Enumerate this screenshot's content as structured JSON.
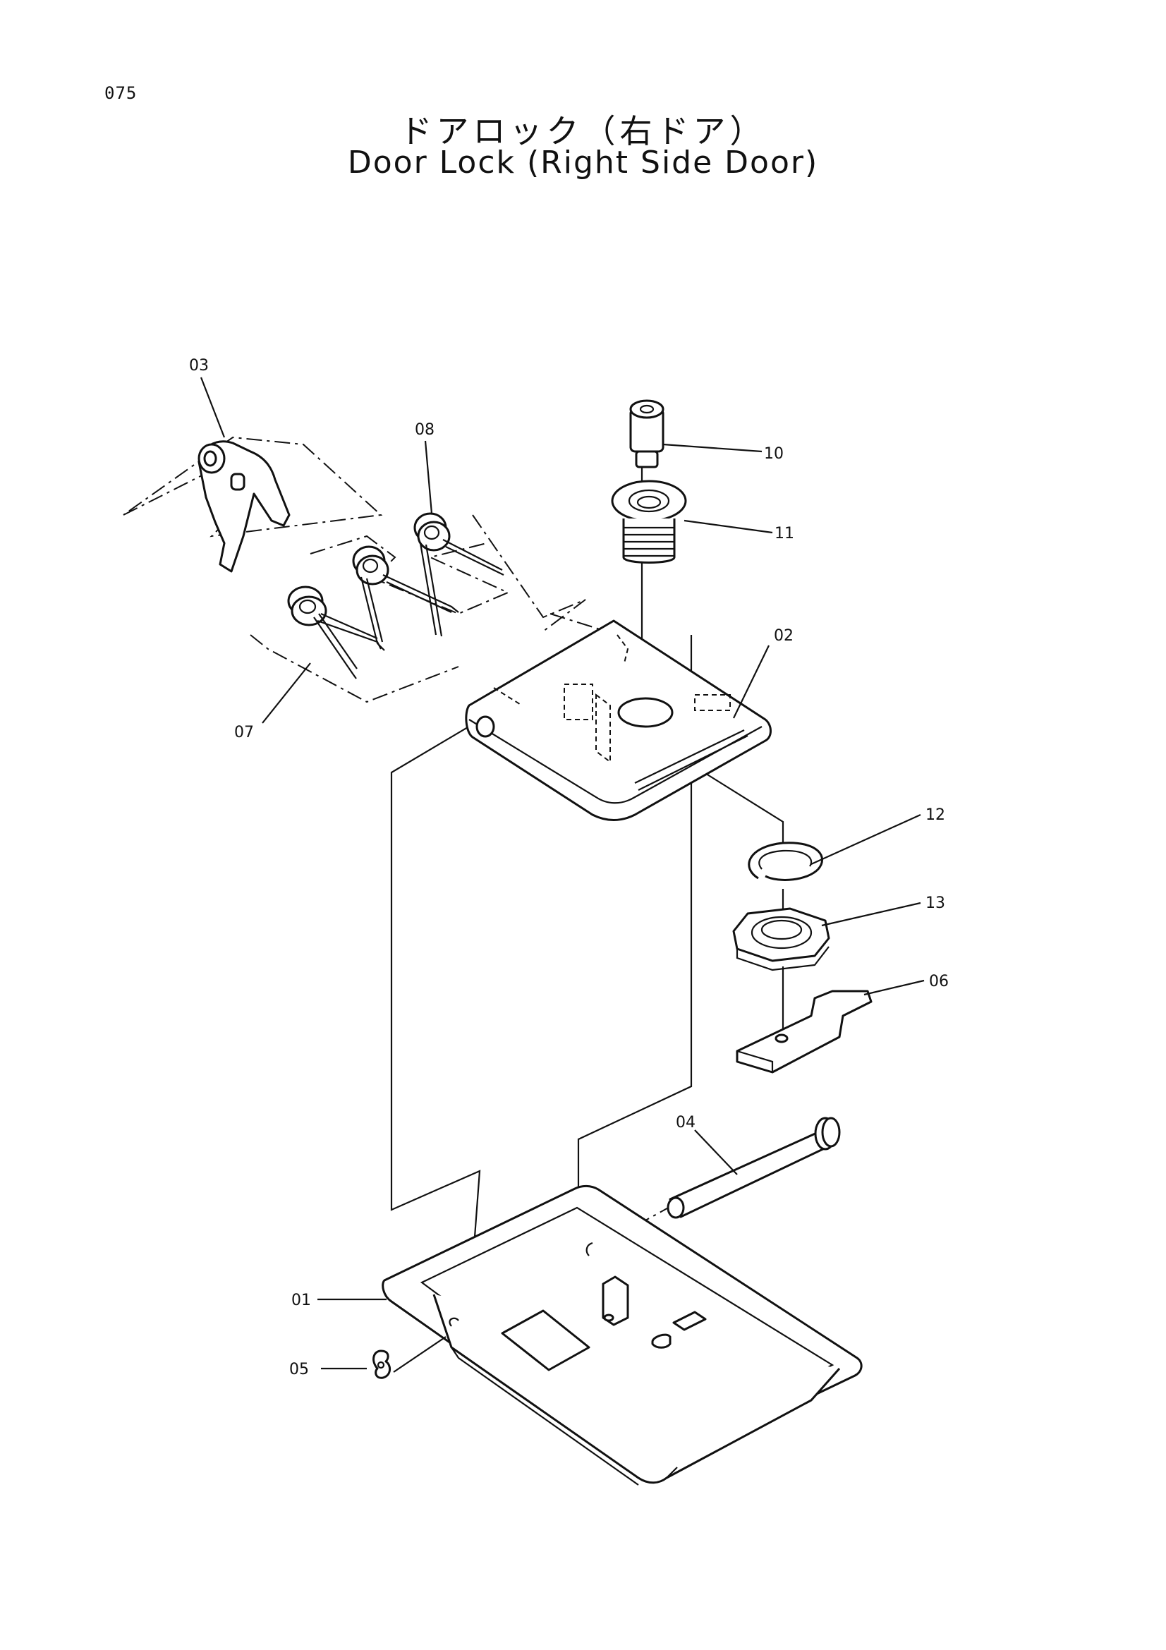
{
  "page_number": "075",
  "title_jp": "ドアロック（右ドア）",
  "title_en": "Door Lock (Right Side Door)",
  "callouts": {
    "c01": "01",
    "c02": "02",
    "c03": "03",
    "c04": "04",
    "c05": "05",
    "c06": "06",
    "c07": "07",
    "c08": "08",
    "c10": "10",
    "c11": "11",
    "c12": "12",
    "c13": "13"
  }
}
